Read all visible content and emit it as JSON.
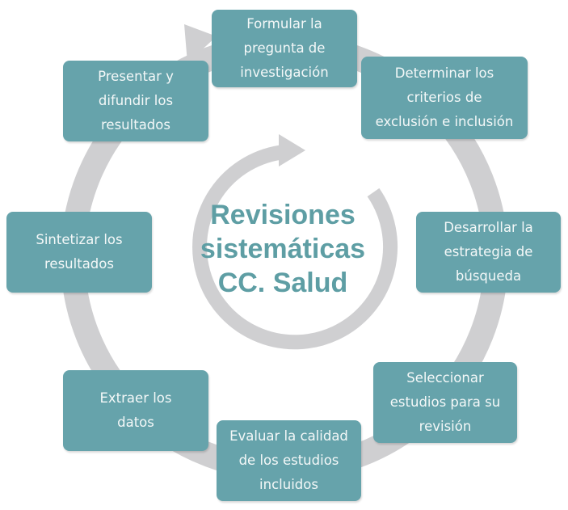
{
  "center_title": "Revisiones\nsistemáticas\nCC. Salud",
  "steps": [
    {
      "label": "Formular la\npregunta de\ninvestigación"
    },
    {
      "label": "Determinar los\ncriterios de\nexclusión e inclusión"
    },
    {
      "label": "Desarrollar la\nestrategia de\nbúsqueda"
    },
    {
      "label": "Seleccionar\nestudios para su\nrevisión"
    },
    {
      "label": "Evaluar la calidad\nde los estudios\nincluidos"
    },
    {
      "label": "Extraer los\ndatos"
    },
    {
      "label": "Sintetizar los\nresultados"
    },
    {
      "label": "Presentar y\ndifundir los\nresultados"
    }
  ],
  "colors": {
    "box": "#66a3ab",
    "ring": "#cfcfd1",
    "title": "#5e9ea4"
  }
}
